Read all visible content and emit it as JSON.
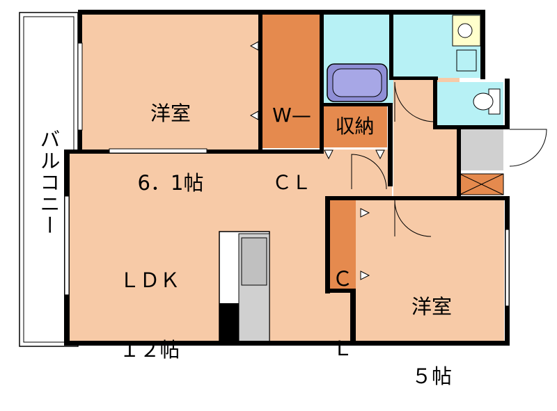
{
  "floor_plan": {
    "rooms": {
      "western_room_1": {
        "name": "洋室",
        "size": "6．1帖"
      },
      "walk_in_closet": {
        "line1": "W—",
        "line2": "ＣＬ"
      },
      "storage": {
        "name": "収納"
      },
      "ldk": {
        "name": "ＬＤＫ",
        "size": "１２帖"
      },
      "closet": {
        "line1": "Ｃ",
        "line2": "Ｌ"
      },
      "western_room_2": {
        "name": "洋室",
        "size": "５帖"
      }
    },
    "balcony": {
      "name": "バルコニー"
    },
    "colors": {
      "room_fill": "#f7caa7",
      "closet_fill": "#e58a4e",
      "wet_area_fill": "#b7f1f5",
      "bath_fill": "#8f8fd6",
      "wall": "#000000",
      "utility_gray": "#d0d0d0"
    }
  }
}
